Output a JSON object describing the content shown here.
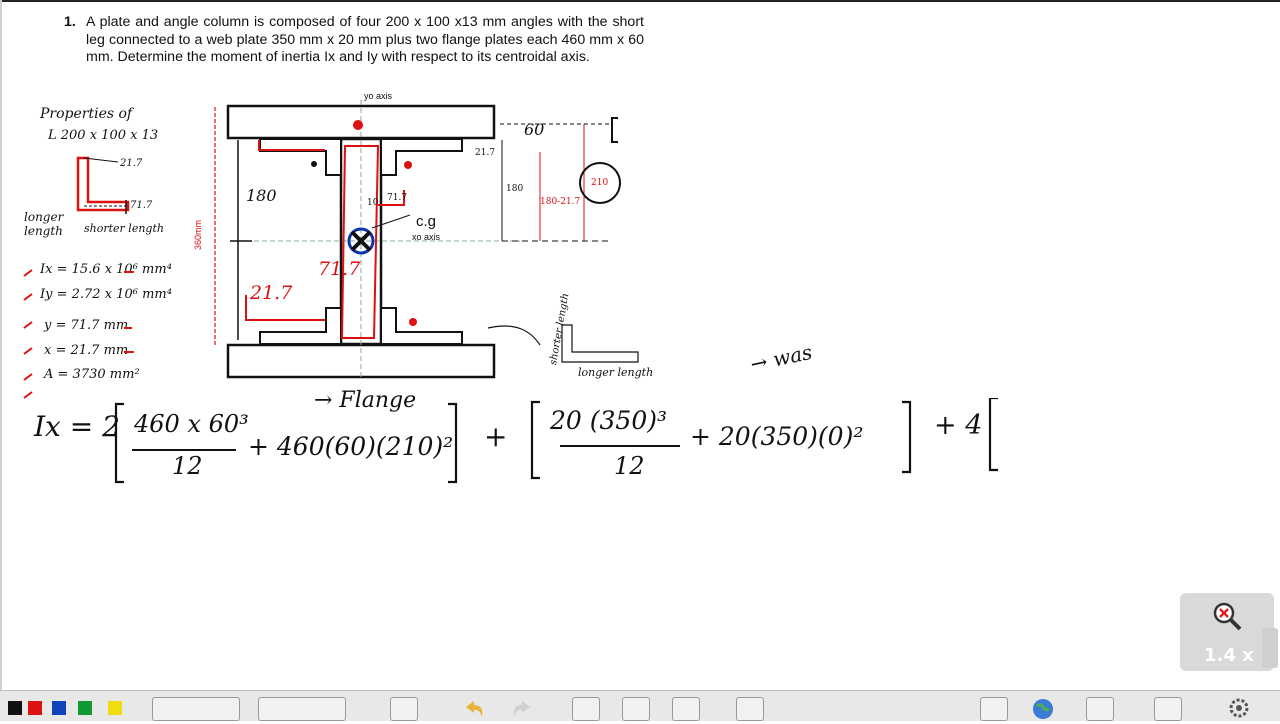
{
  "problem": {
    "number": "1.",
    "text": "A plate and angle column is composed of four 200 x 100 x13 mm angles with the short leg connected to a web plate 350 mm x 20 mm plus two flange plates each 460 mm x 60 mm. Determine the moment of inertia Ix and Iy with respect to its centroidal axis."
  },
  "diagram": {
    "yo_axis": "yo axis",
    "xo_axis": "xo axis",
    "cg": "c.g",
    "dim_360": "360mm",
    "dim_180_left": "180",
    "dim_217_top": "21.7",
    "dim_180_right": "180",
    "dim_180_minus": "180-21.7",
    "dim_60": "60",
    "dim_210_circled": "210",
    "dim_717_small": "71.7",
    "dim_10": "10",
    "red_717": "71.7",
    "red_217": "21.7",
    "shorter_length": "shorter length",
    "longer_length": "longer length"
  },
  "notes": {
    "properties_title_1": "Properties of",
    "properties_title_2": "L 200 x 100 x 13",
    "label_217_a": "21.7",
    "label_717_a": "71.7",
    "longer_length": "longer\nlength",
    "shorter_length": "shorter length",
    "ix": "Ix = 15.6 x 10⁶ mm⁴",
    "iy": "Iy = 2.72 x 10⁶ mm⁴",
    "y": "y = 71.7 mm",
    "x": "x = 21.7 mm",
    "a": "A = 3730 mm²"
  },
  "equation": {
    "lhs": "Ix = 2",
    "term1_num": "460 x 60³",
    "term1_den": "12",
    "term1_plus": "+ 460(60)(210)²",
    "plus1": "+",
    "term2_num": "20 (350)³",
    "term2_den": "12",
    "term2_plus": "+ 20(350)(0)²",
    "tail": "+ 4",
    "flange": "→ Flange",
    "was": "→ was"
  },
  "zoom": {
    "label": "1.4 x"
  },
  "colors": {
    "ink": "#111111",
    "red": "#dd1111",
    "blue": "#1133aa"
  }
}
